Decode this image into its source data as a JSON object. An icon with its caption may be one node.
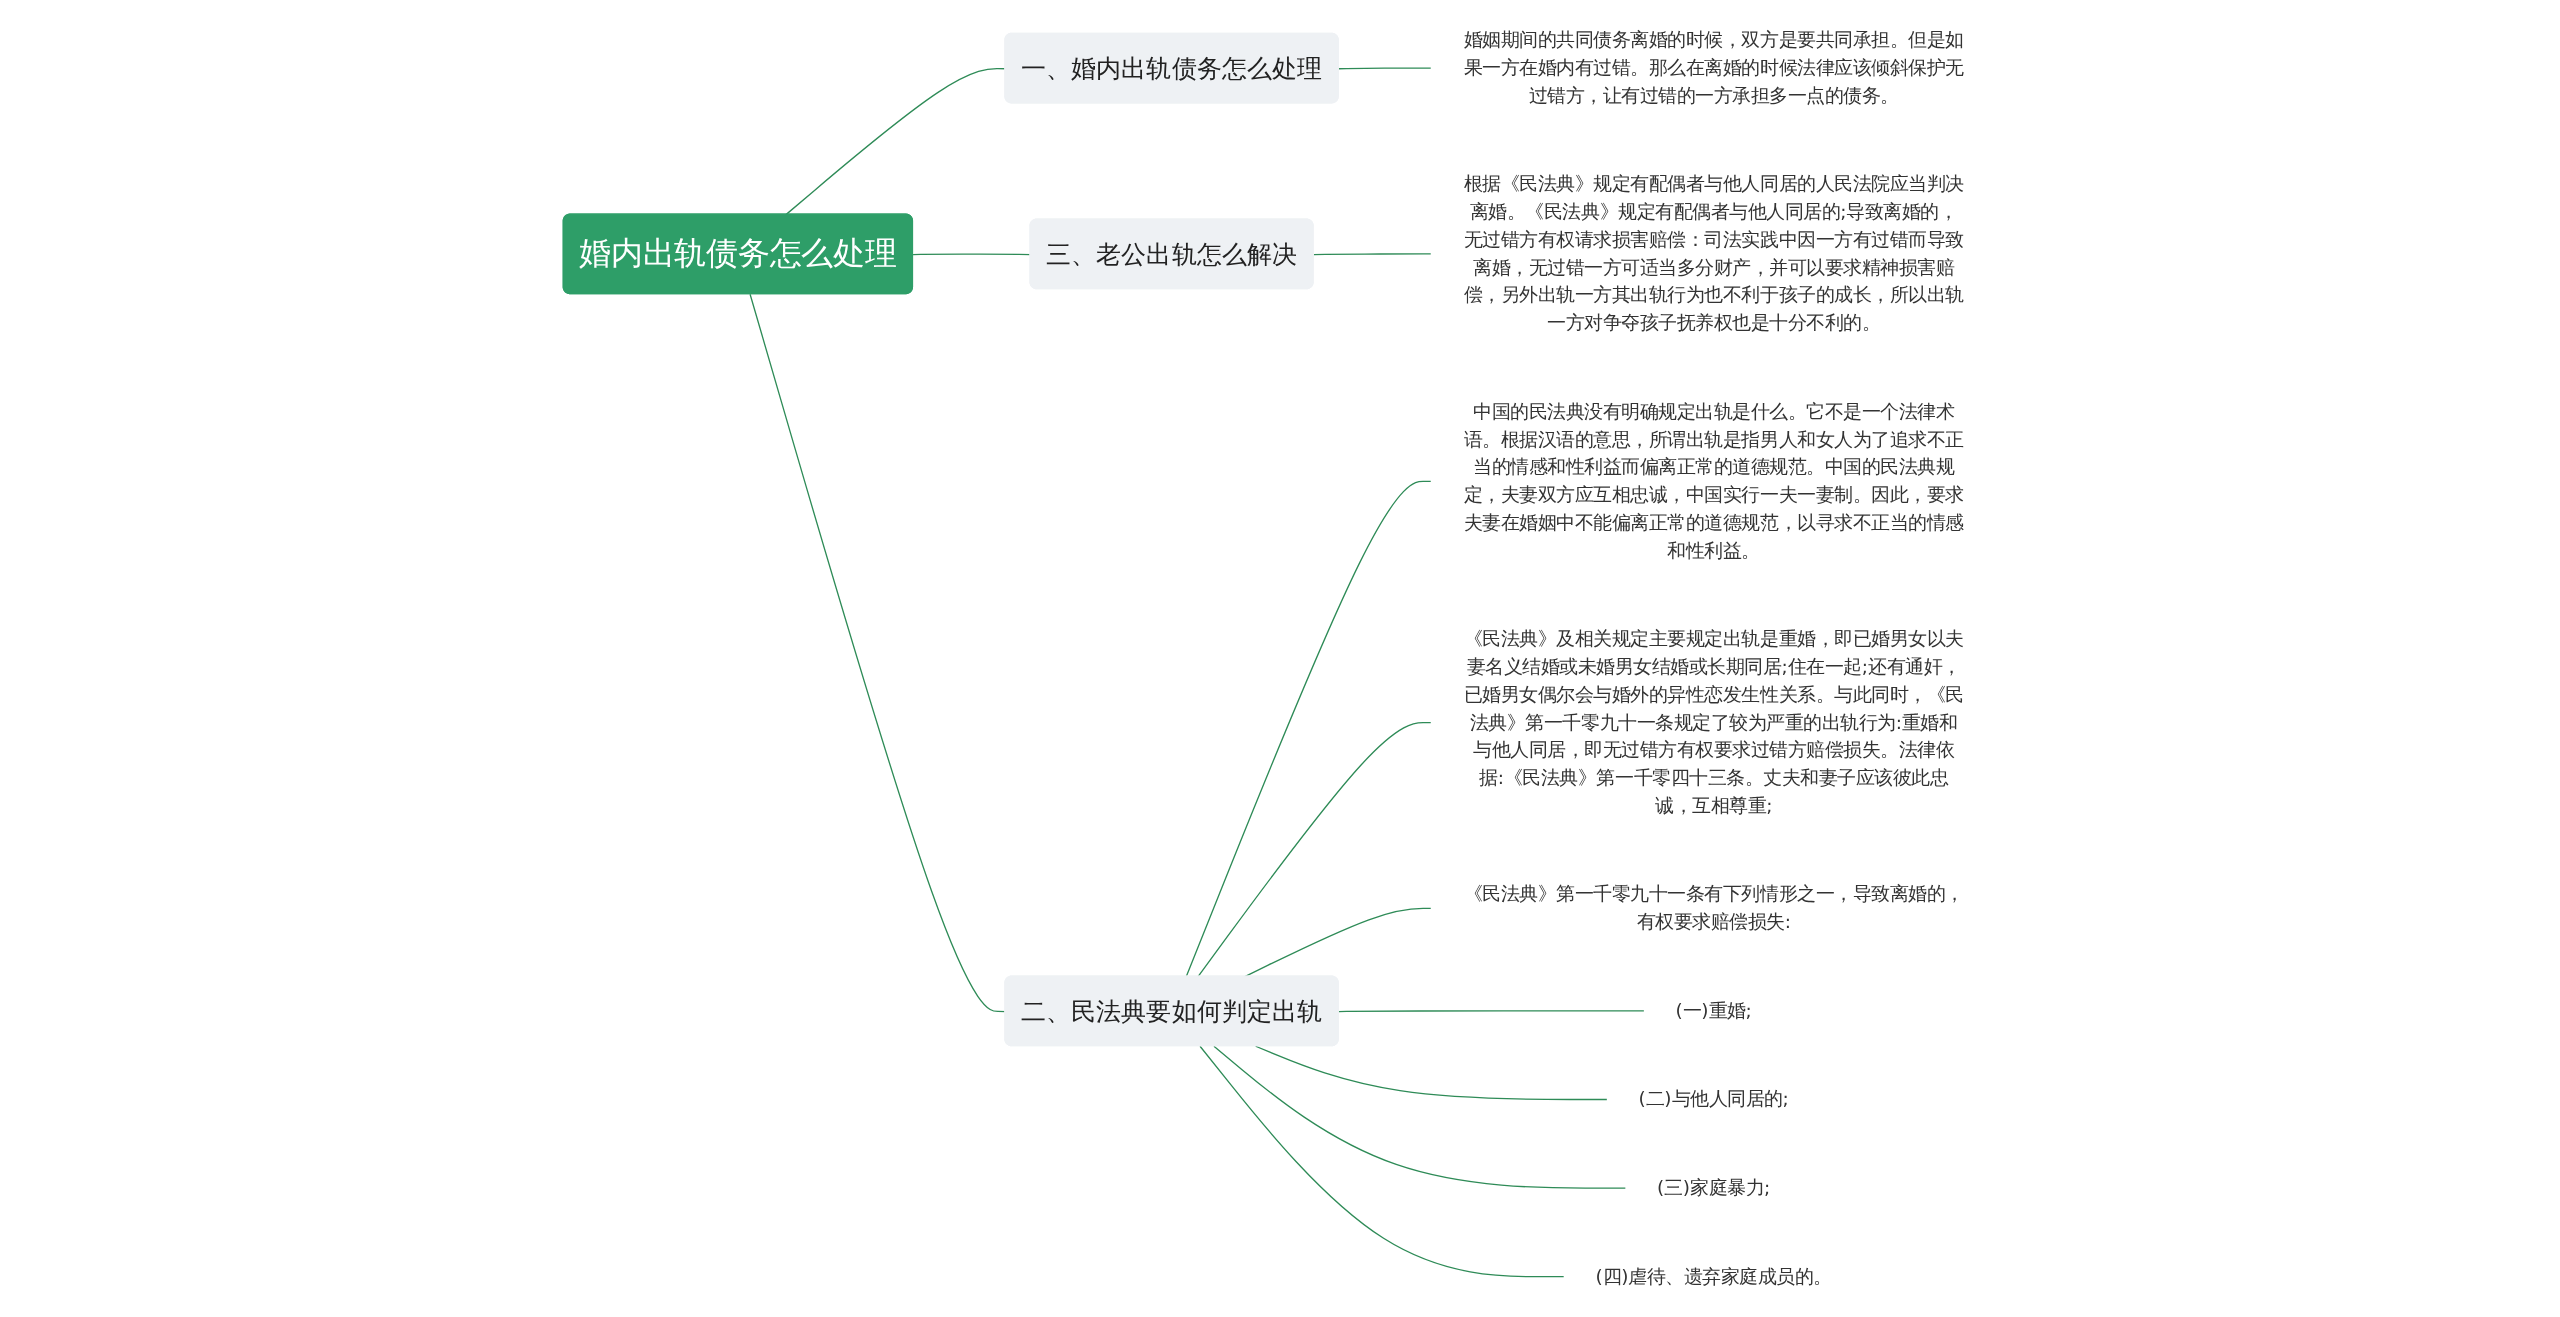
{
  "diagram": {
    "nodes": [
      {
        "text": [
          "婚内出轨债务怎么处理"
        ]
      },
      {
        "text": [
          "一、婚内出轨债务怎么处理"
        ]
      },
      {
        "text": [
          "婚姻期间的共同债务离婚的时候，双方是要共同承担。但是如果一方在婚内有过错。那么在离婚的时候法律应该倾斜保护无过错方，让有过错的一方承担多一点的债务。"
        ]
      },
      {
        "text": [
          "三、老公出轨怎么解决"
        ]
      },
      {
        "text": [
          "根据《民法典》规定有配偶者与他人同居的人民法院应当判决离婚。《民法典》规定有配偶者与他人同居的;导致离婚的，无过错方有权请求损害赔偿：司法实践中因一方有过错而导致离婚，无过错一方可适当多分财产，并可以要求精神损害赔偿，另外出轨一方其出轨行为也不利于孩子的成长，所以出轨一方对争夺孩子抚养权也是十分不利的。"
        ]
      },
      {
        "text": [
          "二、民法典要如何判定出轨"
        ]
      },
      {
        "text": [
          "中国的民法典没有明确规定出轨是什么。它不是一个法律术语。根据汉语的意思，所谓出轨是指男人和女人为了追求不正当的情感和性利益而偏离正常的道德规范。中国的民法典规定，夫妻双方应互相忠诚，中国实行一夫一妻制。因此，要求夫妻在婚姻中不能偏离正常的道德规范，以寻求不正当的情感和性利益。"
        ]
      },
      {
        "text": [
          "《民法典》及相关规定主要规定出轨是重婚，即已婚男女以夫妻名义结婚或未婚男女结婚或长期同居;住在一起;还有通奸，已婚男女偶尔会与婚外的异性恋发生性关系。与此同时，《民法典》第一千零九十一条规定了较为严重的出轨行为:重婚和与他人同居，即无过错方有权要求过错方赔偿损失。法律依据:《民法典》第一千零四十三条。丈夫和妻子应该彼此忠诚，互相尊重;"
        ]
      },
      {
        "text": [
          "《民法典》第一千零九十一条有下列情形之一，导致离婚的，有权要求赔偿损失:"
        ]
      },
      {
        "text": [
          "(一)重婚;"
        ]
      },
      {
        "text": [
          "(二)与他人同居的;"
        ]
      },
      {
        "text": [
          "(三)家庭暴力;"
        ]
      },
      {
        "text": [
          "(四)虐待、遗弃家庭成员的。"
        ]
      }
    ],
    "edges": [
      {
        "from": 0,
        "to": 1,
        "arrow": "none"
      },
      {
        "from": 1,
        "to": 2,
        "arrow": "none"
      },
      {
        "from": 0,
        "to": 3,
        "arrow": "none"
      },
      {
        "from": 3,
        "to": 4,
        "arrow": "none"
      },
      {
        "from": 0,
        "to": 5,
        "arrow": "none"
      },
      {
        "from": 5,
        "to": 6,
        "arrow": "none"
      },
      {
        "from": 5,
        "to": 7,
        "arrow": "none"
      },
      {
        "from": 5,
        "to": 8,
        "arrow": "none"
      },
      {
        "from": 5,
        "to": 9,
        "arrow": "none"
      },
      {
        "from": 5,
        "to": 10,
        "arrow": "none"
      },
      {
        "from": 5,
        "to": 11,
        "arrow": "none"
      },
      {
        "from": 5,
        "to": 12,
        "arrow": "none"
      }
    ]
  }
}
